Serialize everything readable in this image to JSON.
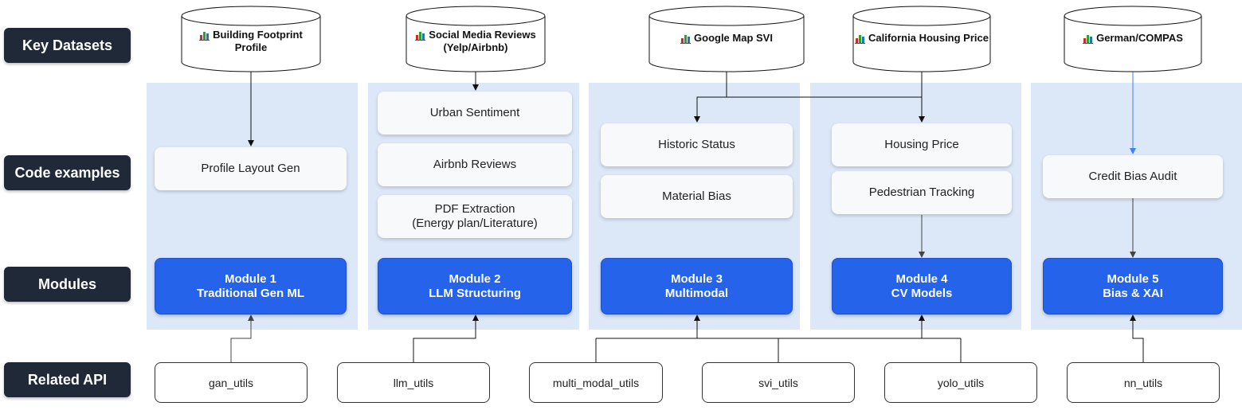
{
  "row_labels": {
    "datasets": "Key Datasets",
    "code": "Code examples",
    "modules": "Modules",
    "api": "Related API"
  },
  "datasets": [
    {
      "line1": "Building Footprint",
      "line2": "Profile",
      "icon": "bar-chart-icon"
    },
    {
      "line1": "Social Media Reviews",
      "line2": "(Yelp/Airbnb)",
      "icon": "bar-chart-icon"
    },
    {
      "line1": "Google Map SVI",
      "line2": "",
      "icon": "bar-chart-icon"
    },
    {
      "line1": "California Housing Price",
      "line2": "",
      "icon": "bar-chart-icon"
    },
    {
      "line1": "German/COMPAS",
      "line2": "",
      "icon": "bar-chart-icon"
    }
  ],
  "code_examples": {
    "col1": [
      "Profile Layout Gen"
    ],
    "col2": [
      "Urban Sentiment",
      "Airbnb Reviews"
    ],
    "col2_pdf": {
      "line1": "PDF Extraction",
      "line2": "(Energy plan/Literature)"
    },
    "col3": [
      "Historic Status",
      "Material Bias"
    ],
    "col4": [
      "Housing Price",
      "Pedestrian Tracking"
    ],
    "col5": [
      "Credit Bias Audit"
    ]
  },
  "modules": [
    {
      "title": "Module 1",
      "subtitle": "Traditional Gen ML"
    },
    {
      "title": "Module 2",
      "subtitle": "LLM Structuring"
    },
    {
      "title": "Module 3",
      "subtitle": "Multimodal"
    },
    {
      "title": "Module 4",
      "subtitle": "CV Models"
    },
    {
      "title": "Module 5",
      "subtitle": "Bias & XAI"
    }
  ],
  "apis": [
    "gan_utils",
    "llm_utils",
    "multi_modal_utils",
    "svi_utils",
    "yolo_utils",
    "nn_utils"
  ],
  "colors": {
    "row_label_bg": "#1f2937",
    "column_bg": "#dce8f8",
    "module_bg": "#2563eb",
    "highlight_arrow": "#3b82f6",
    "icon_bars": [
      "#d62728",
      "#2ca02c",
      "#1f77b4"
    ]
  }
}
